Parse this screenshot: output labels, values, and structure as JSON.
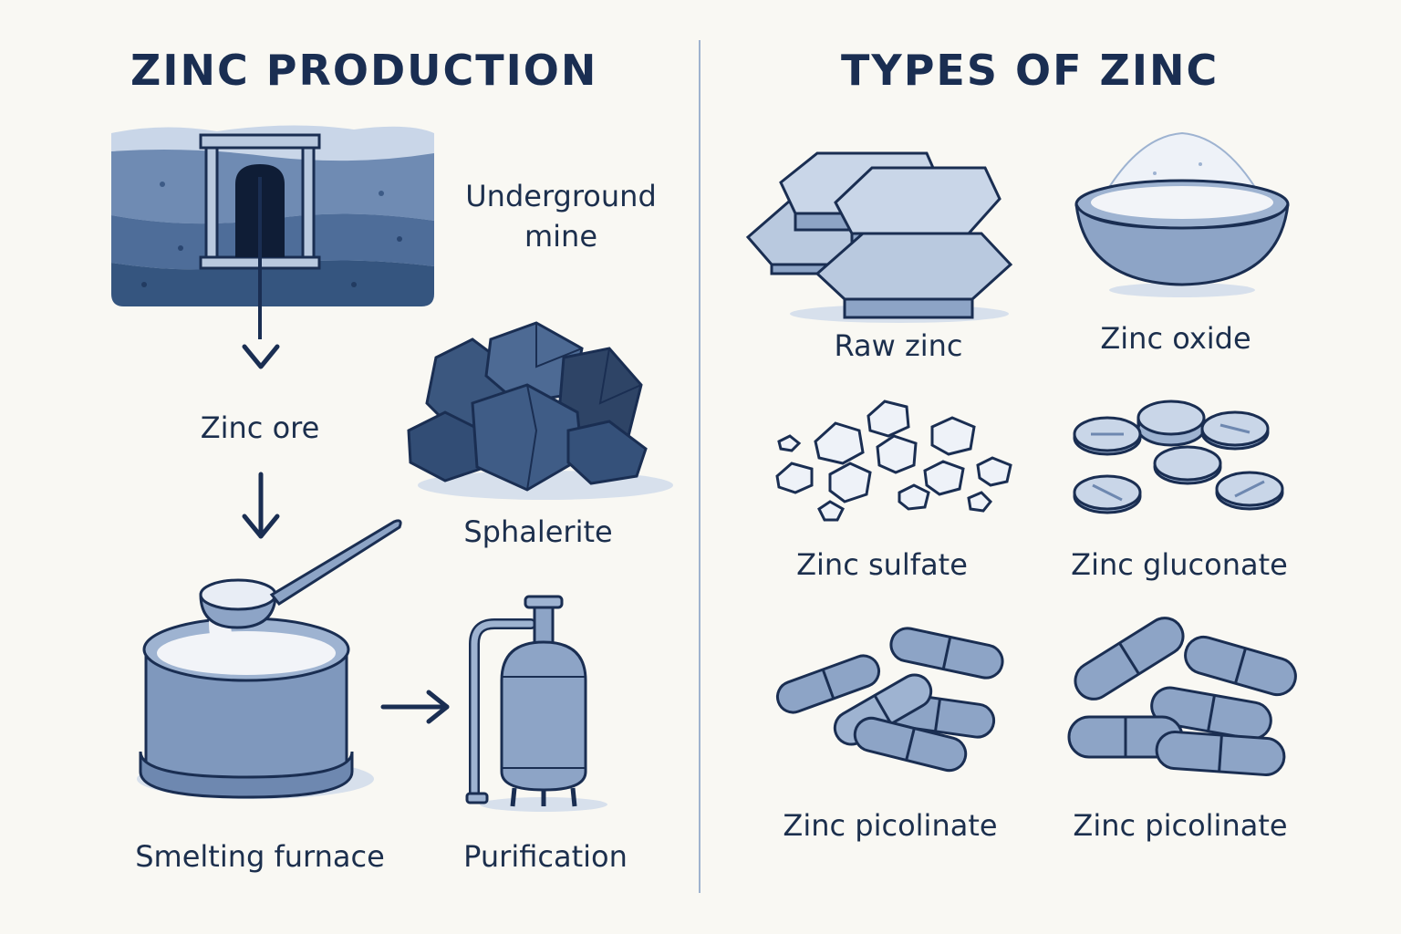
{
  "colors": {
    "background": "#f9f8f3",
    "ink": "#1a2e52",
    "steel": "#6e88b0",
    "light_steel": "#b9c9df",
    "dark_ore": "#2e4466"
  },
  "production": {
    "title": "ZINC PRODUCTION",
    "mine_label_1": "Underground",
    "mine_label_2": "mine",
    "ore_label": "Zinc ore",
    "sphalerite_label": "Sphalerite",
    "furnace_label": "Smelting furnace",
    "purification_label": "Purification"
  },
  "types": {
    "title": "TYPES OF ZINC",
    "items": [
      {
        "label": "Raw zinc",
        "icon": "zinc-ingots-icon"
      },
      {
        "label": "Zinc oxide",
        "icon": "powder-bowl-icon"
      },
      {
        "label": "Zinc sulfate",
        "icon": "crystals-icon"
      },
      {
        "label": "Zinc gluconate",
        "icon": "tablets-icon"
      },
      {
        "label": "Zinc picolinate",
        "icon": "capsules-icon"
      },
      {
        "label": "Zinc picolinate",
        "icon": "capsules-icon"
      }
    ]
  }
}
